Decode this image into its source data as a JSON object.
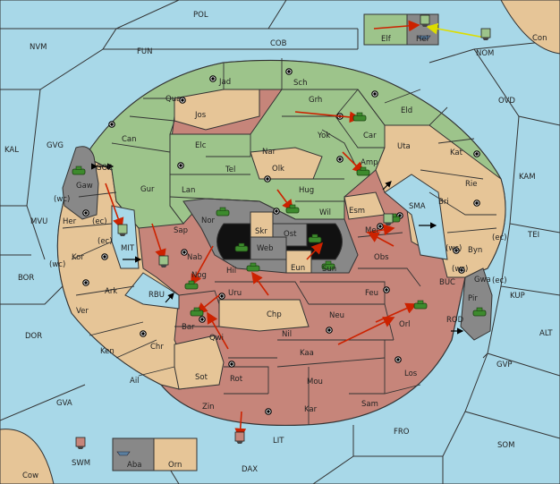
{
  "colors": {
    "sea": "#a8d8e8",
    "north": "#9dc48b",
    "neutral": "#e6c597",
    "south": "#c6857a",
    "impassable": "#888888",
    "black": "#111111",
    "desert": "#e6c597",
    "order_arrow": "#cc2200",
    "support_arrow": "#dddd00"
  },
  "sea_labels": {
    "pol": "POL",
    "nvm": "NVM",
    "fun": "FUN",
    "cob": "COB",
    "nom": "NOM",
    "con": "Con",
    "ovd": "OVD",
    "kal": "KAL",
    "gvg": "GVG",
    "gor": "GOR",
    "kam": "KAM",
    "sma": "SMA",
    "mvu": "MVU",
    "mit": "MIT",
    "tei": "TEI",
    "bor": "BOR",
    "rbu": "RBU",
    "buc": "BUC",
    "kup": "KUP",
    "dor": "DOR",
    "rod": "ROD",
    "alt": "ALT",
    "gvp": "GVP",
    "gva": "GVA",
    "fro": "FRO",
    "lit": "LIT",
    "som": "SOM",
    "swm": "SWM",
    "dax": "DAX",
    "cow": "Cow"
  },
  "north_labels": {
    "jad": "Jad",
    "sch": "Sch",
    "qua": "Qua",
    "jos": "Jos",
    "grh": "Grh",
    "eld": "Eld",
    "can": "Can",
    "elc": "Elc",
    "yok": "Yok",
    "car": "Car",
    "nar": "Nar",
    "tel": "Tel",
    "olk": "Olk",
    "lan": "Lan",
    "gur": "Gur",
    "hug": "Hug",
    "wil": "Wil",
    "amp": "Amp",
    "sap": "Sap",
    "nor": "Nor",
    "uta": "Uta",
    "kat": "Kat",
    "elf": "Elf",
    "hel": "Hel"
  },
  "neutral_labels": {
    "gaw": "Gaw",
    "her": "Her",
    "wc1": "(wc)",
    "ec1": "(ec)",
    "kor": "Kor",
    "wc2": "(wc)",
    "ark": "Ark",
    "ver": "Ver",
    "ken": "Ken",
    "ail": "Ail",
    "chr": "Chr",
    "nab": "Nab",
    "bar": "Bar",
    "qwi": "Qwi",
    "sot": "Sot",
    "rie": "Rie",
    "bri": "Bri",
    "esm": "Esm",
    "mel": "Mel",
    "byn": "Byn",
    "wc3": "(wc)",
    "ec2": "(ec)",
    "wc4": "(wc)",
    "gwa": "Gwa",
    "ec3": "(ec)",
    "ec4": "(ec)",
    "pir": "Pir",
    "skr": "Skr",
    "chp": "Chp",
    "orn": "Orn"
  },
  "south_labels": {
    "ost": "Ost",
    "web": "Web",
    "eun": "Eun",
    "sun": "Sun",
    "obs": "Obs",
    "nog": "Nog",
    "hil": "Hil",
    "uru": "Uru",
    "feu": "Feu",
    "neu": "Neu",
    "nil": "Nil",
    "orl": "Orl",
    "kaa": "Kaa",
    "rot": "Rot",
    "mou": "Mou",
    "los": "Los",
    "sam": "Sam",
    "zin": "Zin",
    "kar": "Kar",
    "aba": "Aba"
  }
}
